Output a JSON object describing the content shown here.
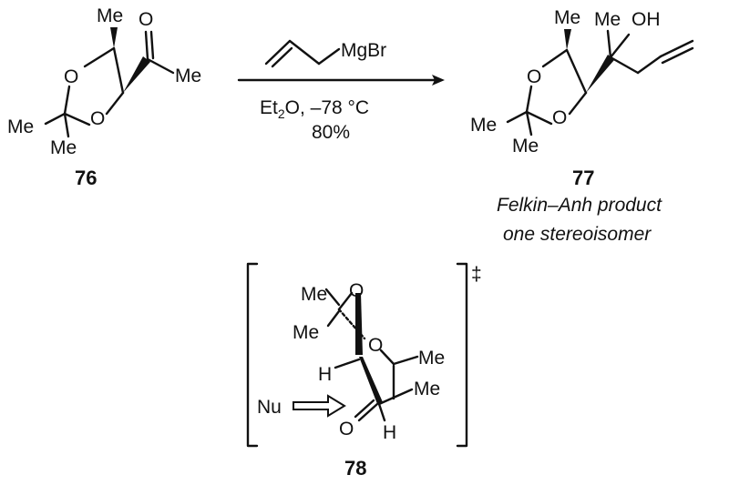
{
  "reactant": {
    "number": "76",
    "atoms": {
      "me_top": "Me",
      "o_carbonyl": "O",
      "me_ketone": "Me",
      "o_ring_1": "O",
      "o_ring_2": "O",
      "me_gem_1": "Me",
      "me_gem_2": "Me"
    }
  },
  "reagent": {
    "name": "MgBr",
    "solvent_base": "Et",
    "solvent_sub": "2",
    "solvent_tail": "O, –78 °C",
    "yield": "80%"
  },
  "product": {
    "number": "77",
    "caption_line1": "Felkin–Anh product",
    "caption_line2": "one stereoisomer",
    "atoms": {
      "me_top": "Me",
      "me_carbinol": "Me",
      "oh": "OH",
      "o_ring_1": "O",
      "o_ring_2": "O",
      "me_gem_1": "Me",
      "me_gem_2": "Me"
    }
  },
  "transition_state": {
    "number": "78",
    "dagger": "‡",
    "atoms": {
      "me_1": "Me",
      "me_2": "Me",
      "o_1": "O",
      "o_2": "O",
      "me_3": "Me",
      "h_1": "H",
      "me_4": "Me",
      "nu": "Nu",
      "o_carbonyl": "O",
      "h_2": "H"
    }
  }
}
